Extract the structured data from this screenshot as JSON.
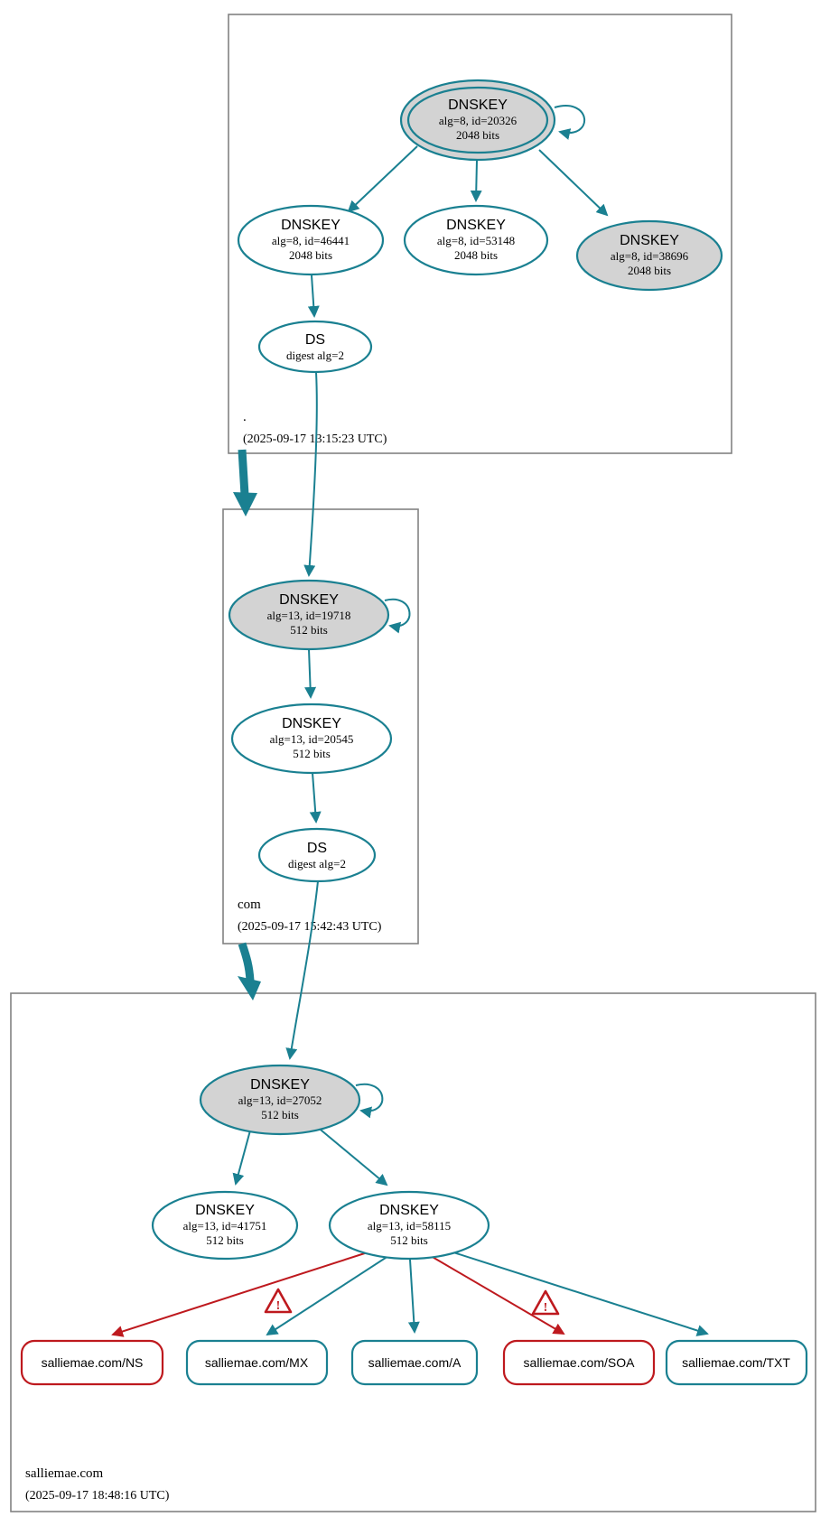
{
  "colors": {
    "secure": "#1a8091",
    "bogus": "#be191e",
    "ksk_fill": "#d3d3d3",
    "node_fill": "#ffffff",
    "zone_border": "#828282"
  },
  "zones": {
    "root": {
      "label": ".",
      "timestamp": "(2025-09-17 13:15:23 UTC)",
      "nodes": {
        "ksk": {
          "title": "DNSKEY",
          "detail": "alg=8, id=20326",
          "size": "2048 bits"
        },
        "zsk1": {
          "title": "DNSKEY",
          "detail": "alg=8, id=46441",
          "size": "2048 bits"
        },
        "zsk2": {
          "title": "DNSKEY",
          "detail": "alg=8, id=53148",
          "size": "2048 bits"
        },
        "ksk2": {
          "title": "DNSKEY",
          "detail": "alg=8, id=38696",
          "size": "2048 bits"
        },
        "ds": {
          "title": "DS",
          "detail": "digest alg=2"
        }
      }
    },
    "com": {
      "label": "com",
      "timestamp": "(2025-09-17 15:42:43 UTC)",
      "nodes": {
        "ksk": {
          "title": "DNSKEY",
          "detail": "alg=13, id=19718",
          "size": "512 bits"
        },
        "zsk": {
          "title": "DNSKEY",
          "detail": "alg=13, id=20545",
          "size": "512 bits"
        },
        "ds": {
          "title": "DS",
          "detail": "digest alg=2"
        }
      }
    },
    "salliemae": {
      "label": "salliemae.com",
      "timestamp": "(2025-09-17 18:48:16 UTC)",
      "nodes": {
        "ksk": {
          "title": "DNSKEY",
          "detail": "alg=13, id=27052",
          "size": "512 bits"
        },
        "zsk1": {
          "title": "DNSKEY",
          "detail": "alg=13, id=41751",
          "size": "512 bits"
        },
        "zsk2": {
          "title": "DNSKEY",
          "detail": "alg=13, id=58115",
          "size": "512 bits"
        }
      },
      "rrsets": [
        {
          "label": "salliemae.com/NS",
          "status": "bogus"
        },
        {
          "label": "salliemae.com/MX",
          "status": "secure"
        },
        {
          "label": "salliemae.com/A",
          "status": "secure"
        },
        {
          "label": "salliemae.com/SOA",
          "status": "bogus"
        },
        {
          "label": "salliemae.com/TXT",
          "status": "secure"
        }
      ],
      "warning_icon": "!"
    }
  }
}
